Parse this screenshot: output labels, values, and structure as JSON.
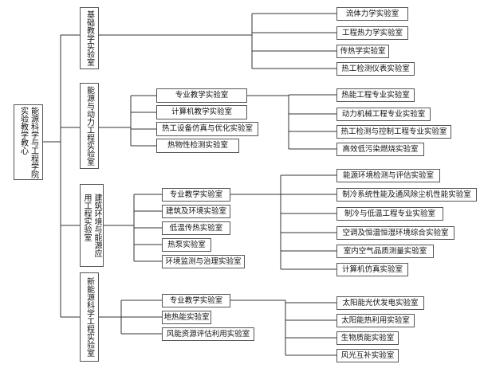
{
  "root": "能源科学与工程学院实验教学教心",
  "colors": {
    "line": "#333333",
    "border": "#555555"
  },
  "divisions": [
    {
      "name": "基础教学实验室",
      "subs": [],
      "labs": [
        "流体力学实验室",
        "工程热力学实验室",
        "传热学实验室",
        "热工检测仪表实验室"
      ]
    },
    {
      "name": "能源与动力工程实验室",
      "subs": [
        "专业教学实验室",
        "计算机教学实验室",
        "热工设备仿真与优化实验室",
        "热物性检测实验室"
      ],
      "labs": [
        "热能工程专业实验室",
        "动力机械工程专业实验室",
        "热工检测与控制工程专业实验室",
        "高效低污染燃烧实验室"
      ]
    },
    {
      "name": "建筑环境与能源应用工程实验室",
      "subs": [
        "专业教学实验室",
        "建筑及环境实验室",
        "低温传热实验室",
        "热泵实验室",
        "环境监测与治理实验室"
      ],
      "labs": [
        "能源环境检测与评估实验室",
        "制冷系统性能及通风除尘机性能实验室",
        "制冷与低温工程专业实验室",
        "空调及恒温恒湿环境综合实验室",
        "室内空气品质测量实验室",
        "计算机仿真实验室"
      ]
    },
    {
      "name": "新能源科学工程实验室",
      "subs": [
        "专业教学实验室",
        "地热能实验室",
        "风能资源评估利用实验室"
      ],
      "labs": [
        "太阳能光伏发电实验室",
        "太阳能热利用实验室",
        "生物质能实验室",
        "风光互补实验室"
      ]
    }
  ]
}
